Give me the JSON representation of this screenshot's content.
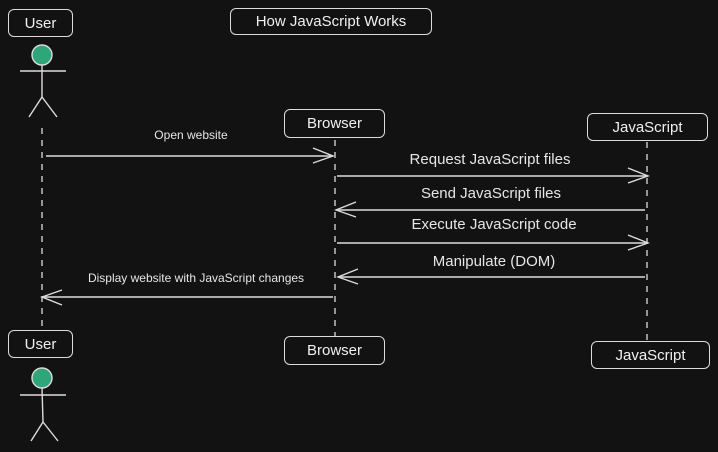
{
  "title": "How JavaScript Works",
  "participants": {
    "user": "User",
    "browser": "Browser",
    "javascript": "JavaScript"
  },
  "messages": [
    {
      "label": "Open website",
      "from": "user",
      "to": "browser"
    },
    {
      "label": "Request JavaScript files",
      "from": "browser",
      "to": "javascript"
    },
    {
      "label": "Send JavaScript files",
      "from": "javascript",
      "to": "browser"
    },
    {
      "label": "Execute JavaScript code",
      "from": "browser",
      "to": "javascript"
    },
    {
      "label": "Manipulate (DOM)",
      "from": "javascript",
      "to": "browser"
    },
    {
      "label": "Display website with JavaScript changes",
      "from": "browser",
      "to": "user"
    }
  ],
  "colors": {
    "background": "#121212",
    "line": "#dcdcdc",
    "actor_head": "#2fa57a"
  }
}
